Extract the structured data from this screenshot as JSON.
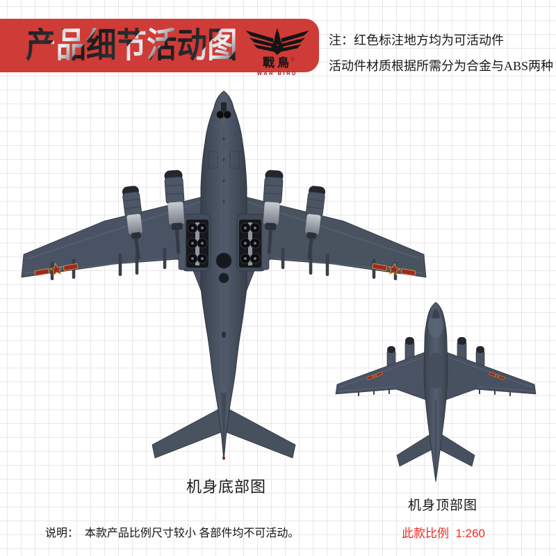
{
  "banner": {
    "title": "产品细节活动图",
    "bg_color": "#cf3b37",
    "logo": {
      "cn": "戰鳥",
      "en": "WAR BIRD",
      "reg": "®"
    }
  },
  "notes": {
    "line1": "注：红色标注地方均为可活动件",
    "line2": "活动件材质根据所需分为合金与ABS两种"
  },
  "captions": {
    "bottom_view": "机身底部图",
    "top_view": "机身顶部图"
  },
  "footer": {
    "description": "说明：  本款产品比例尺寸较小 各部件均不可活动。",
    "scale": "此款比例  1:260"
  },
  "colors": {
    "banner_red": "#cf3b37",
    "scale_red": "#ef2b23",
    "aircraft_gray": "#4a5363",
    "aircraft_dark": "#2f3640",
    "aircraft_silver": "#b7bac1",
    "insignia_red": "#9e2823",
    "insignia_gold": "#c59a3f",
    "grid_line": "#e8e8eb"
  }
}
